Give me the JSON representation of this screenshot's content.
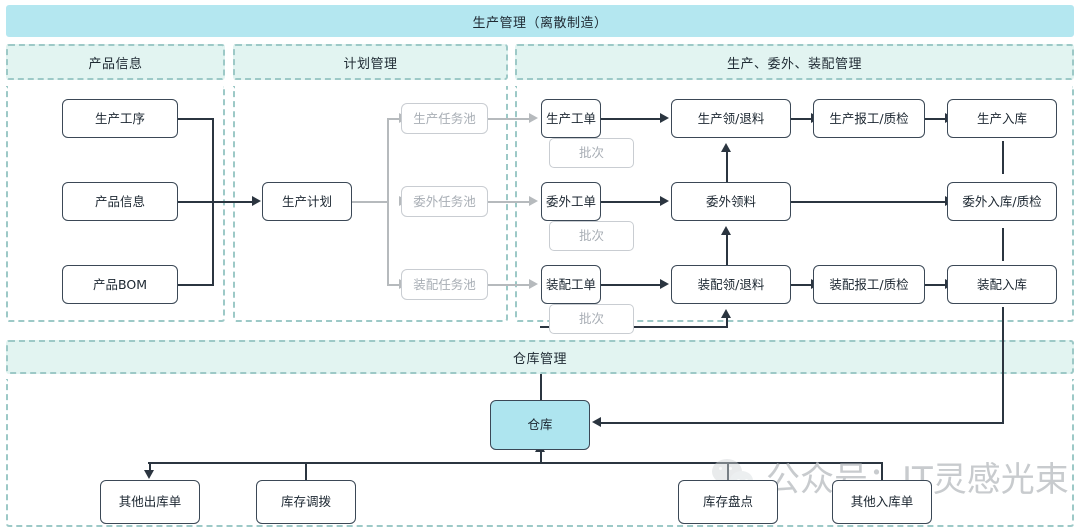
{
  "banner": {
    "title": "生产管理（离散制造）"
  },
  "lanes": [
    {
      "id": "product-info",
      "title": "产品信息"
    },
    {
      "id": "plan-mgmt",
      "title": "计划管理"
    },
    {
      "id": "prod-out-asm",
      "title": "生产、委外、装配管理"
    },
    {
      "id": "warehouse-mgmt",
      "title": "仓库管理"
    }
  ],
  "nodes": {
    "product": [
      {
        "id": "process",
        "label": "生产工序"
      },
      {
        "id": "prodinfo",
        "label": "产品信息"
      },
      {
        "id": "bom",
        "label": "产品BOM"
      }
    ],
    "plan": [
      {
        "id": "plan",
        "label": "生产计划"
      }
    ],
    "pools": [
      {
        "id": "pool-prod",
        "label": "生产任务池"
      },
      {
        "id": "pool-out",
        "label": "委外任务池"
      },
      {
        "id": "pool-asm",
        "label": "装配任务池"
      }
    ],
    "orders": [
      {
        "id": "order-prod",
        "label": "生产工单",
        "batch": "批次"
      },
      {
        "id": "order-out",
        "label": "委外工单",
        "batch": "批次"
      },
      {
        "id": "order-asm",
        "label": "装配工单",
        "batch": "批次"
      }
    ],
    "issue": [
      {
        "id": "issue-prod",
        "label": "生产领/退料"
      },
      {
        "id": "issue-out",
        "label": "委外领料"
      },
      {
        "id": "issue-asm",
        "label": "装配领/退料"
      }
    ],
    "report": [
      {
        "id": "report-prod",
        "label": "生产报工/质检"
      },
      {
        "id": "report-asm",
        "label": "装配报工/质检"
      }
    ],
    "receipt": [
      {
        "id": "rcv-prod",
        "label": "生产入库"
      },
      {
        "id": "rcv-out",
        "label": "委外入库/质检"
      },
      {
        "id": "rcv-asm",
        "label": "装配入库"
      }
    ],
    "warehouse": {
      "id": "warehouse",
      "label": "仓库"
    },
    "docs": [
      {
        "id": "doc-other-out",
        "label": "其他出库单"
      },
      {
        "id": "doc-transfer",
        "label": "库存调拨"
      },
      {
        "id": "doc-stocktake",
        "label": "库存盘点"
      },
      {
        "id": "doc-other-in",
        "label": "其他入库单"
      }
    ]
  },
  "watermark": {
    "text": "公众号：IT灵感光束",
    "icon": "wechat-icon"
  },
  "colors": {
    "banner": "#b4e7f0",
    "lane_header": "#e2f4f1",
    "lane_border": "#9dc9c7",
    "node_border": "#3b4856",
    "ghost": "#c9cdd2",
    "warehouse_fill": "#aee5ef",
    "connector": "#2b3540"
  }
}
